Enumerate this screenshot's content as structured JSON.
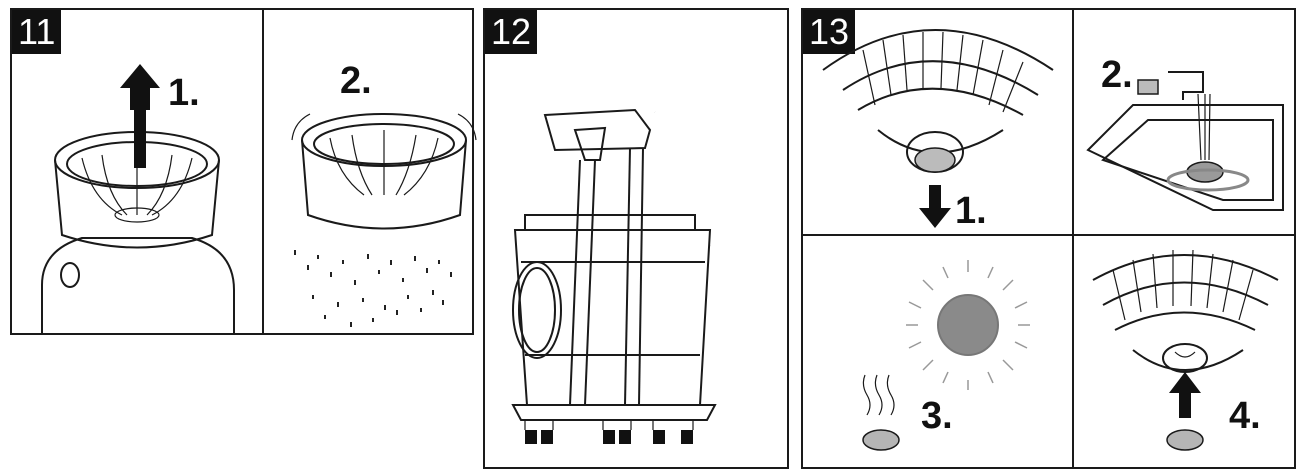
{
  "panels": [
    {
      "number": "11",
      "steps": [
        "1.",
        "2."
      ]
    },
    {
      "number": "12"
    },
    {
      "number": "13",
      "steps": [
        "1.",
        "2.",
        "3.",
        "4."
      ]
    }
  ],
  "colors": {
    "sun": "#8a8a8a",
    "filter_grey": "#b5b5b5",
    "ink": "#1a1a1a"
  }
}
